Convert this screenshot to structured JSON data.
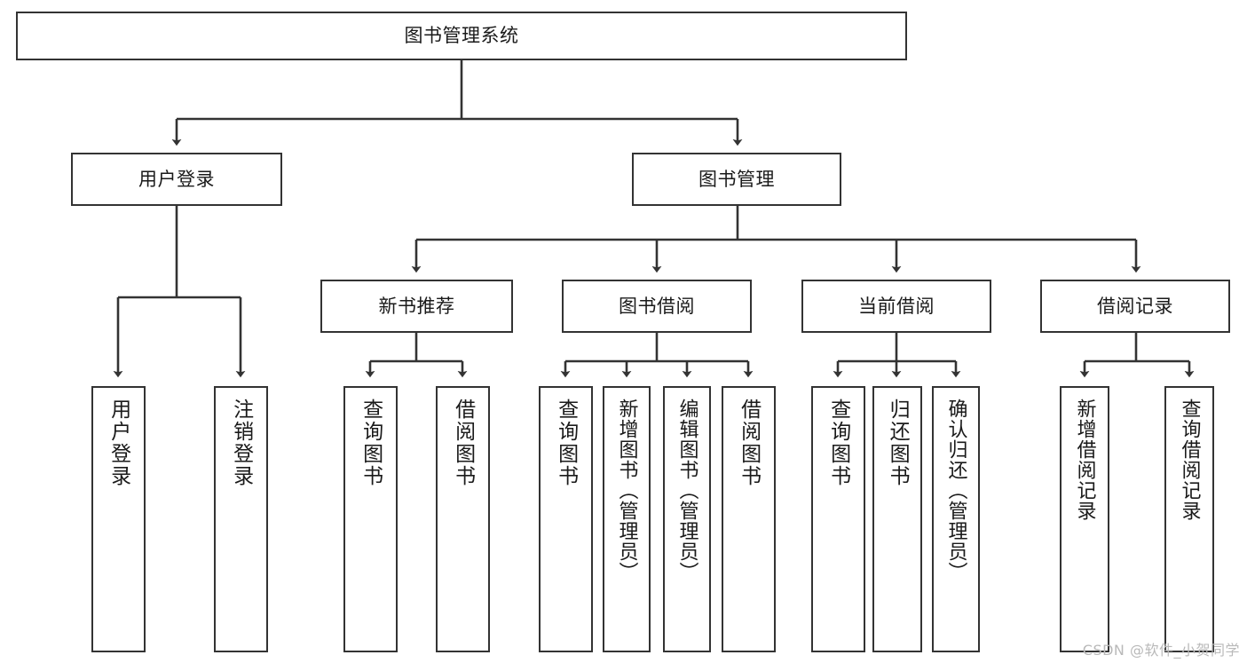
{
  "diagram": {
    "type": "tree-hierarchy",
    "title": "图书管理系统",
    "watermark": "CSDN @软件_小贺同学",
    "colors": {
      "stroke": "#333333",
      "fill": "#ffffff",
      "text": "#1a1a1a",
      "watermark": "#b9b9b9"
    },
    "nodes": {
      "root": {
        "label": "图书管理系统"
      },
      "level2": [
        {
          "id": "user-login",
          "label": "用户登录"
        },
        {
          "id": "book-manage",
          "label": "图书管理"
        }
      ],
      "level3": [
        {
          "id": "new-book-recommend",
          "label": "新书推荐"
        },
        {
          "id": "book-borrow",
          "label": "图书借阅"
        },
        {
          "id": "current-borrow",
          "label": "当前借阅"
        },
        {
          "id": "borrow-record",
          "label": "借阅记录"
        }
      ],
      "leaves": {
        "user-login": [
          {
            "id": "leaf-user-login",
            "label": "用户登录"
          },
          {
            "id": "leaf-user-logout",
            "label": "注销登录"
          }
        ],
        "new-book-recommend": [
          {
            "id": "leaf-query-book-1",
            "label": "查询图书"
          },
          {
            "id": "leaf-borrow-book-1",
            "label": "借阅图书"
          }
        ],
        "book-borrow": [
          {
            "id": "leaf-query-book-2",
            "label": "查询图书"
          },
          {
            "id": "leaf-add-book",
            "label": "新增图书（管理员）"
          },
          {
            "id": "leaf-edit-book",
            "label": "编辑图书（管理员）"
          },
          {
            "id": "leaf-borrow-book-2",
            "label": "借阅图书"
          }
        ],
        "current-borrow": [
          {
            "id": "leaf-query-book-3",
            "label": "查询图书"
          },
          {
            "id": "leaf-return-book",
            "label": "归还图书"
          },
          {
            "id": "leaf-confirm-return",
            "label": "确认归还（管理员）"
          }
        ],
        "borrow-record": [
          {
            "id": "leaf-add-record",
            "label": "新增借阅记录"
          },
          {
            "id": "leaf-query-record",
            "label": "查询借阅记录"
          }
        ]
      }
    }
  }
}
